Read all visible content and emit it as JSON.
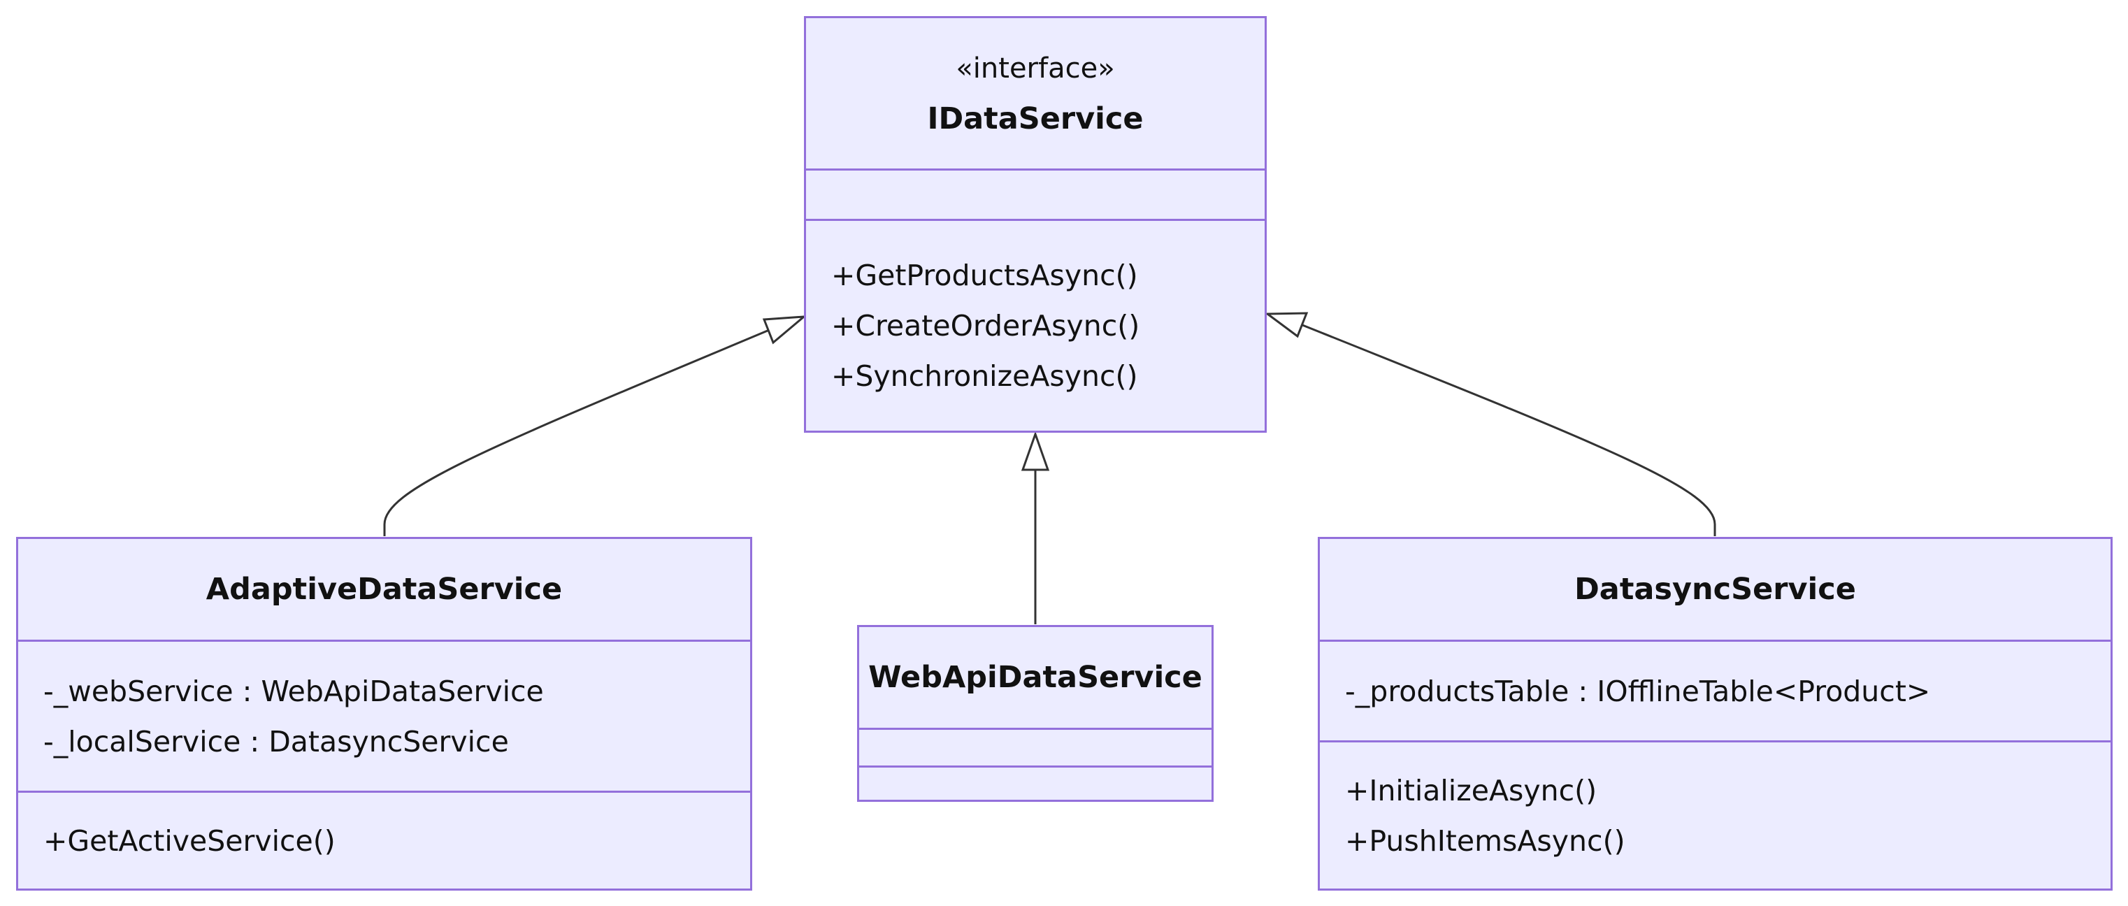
{
  "diagram": {
    "classes": {
      "idataservice": {
        "stereotype": "«interface»",
        "name": "IDataService",
        "attributes": [],
        "methods": [
          "+GetProductsAsync()",
          "+CreateOrderAsync()",
          "+SynchronizeAsync()"
        ]
      },
      "adaptive": {
        "name": "AdaptiveDataService",
        "attributes": [
          "-_webService : WebApiDataService",
          "-_localService : DatasyncService"
        ],
        "methods": [
          "+GetActiveService()"
        ]
      },
      "webapi": {
        "name": "WebApiDataService",
        "attributes": [],
        "methods": []
      },
      "datasync": {
        "name": "DatasyncService",
        "attributes": [
          "-_productsTable : IOfflineTable<Product>"
        ],
        "methods": [
          "+InitializeAsync()",
          "+PushItemsAsync()"
        ]
      }
    },
    "relations": [
      {
        "from": "AdaptiveDataService",
        "to": "IDataService",
        "type": "realization"
      },
      {
        "from": "WebApiDataService",
        "to": "IDataService",
        "type": "realization"
      },
      {
        "from": "DatasyncService",
        "to": "IDataService",
        "type": "realization"
      }
    ],
    "colors": {
      "box_fill": "#ececff",
      "box_border": "#9370db",
      "edge": "#333333",
      "text": "#111111"
    }
  }
}
